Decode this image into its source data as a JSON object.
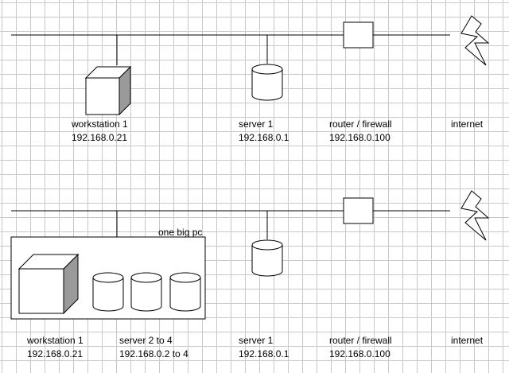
{
  "colors": {
    "line": "#000000",
    "grid": "#c8c8c8",
    "shade": "#9a9a9a",
    "background": "#ffffff"
  },
  "icons": {
    "workstation": "cube-icon",
    "server": "cylinder-icon",
    "router": "square-box-icon",
    "internet": "lightning-bolt-icon"
  },
  "top": {
    "workstation": {
      "name": "workstation 1",
      "ip": "192.168.0.21"
    },
    "server": {
      "name": "server 1",
      "ip": "192.168.0.1"
    },
    "router": {
      "name": "router / firewall",
      "ip": "192.168.0.100"
    },
    "internet": {
      "name": "internet"
    }
  },
  "bottom": {
    "group_label": "one big pc",
    "workstation": {
      "name": "workstation 1",
      "ip": "192.168.0.21"
    },
    "servers_group": {
      "name": "server 2 to 4",
      "ip": "192.168.0.2 to 4"
    },
    "server": {
      "name": "server 1",
      "ip": "192.168.0.1"
    },
    "router": {
      "name": "router / firewall",
      "ip": "192.168.0.100"
    },
    "internet": {
      "name": "internet"
    }
  }
}
